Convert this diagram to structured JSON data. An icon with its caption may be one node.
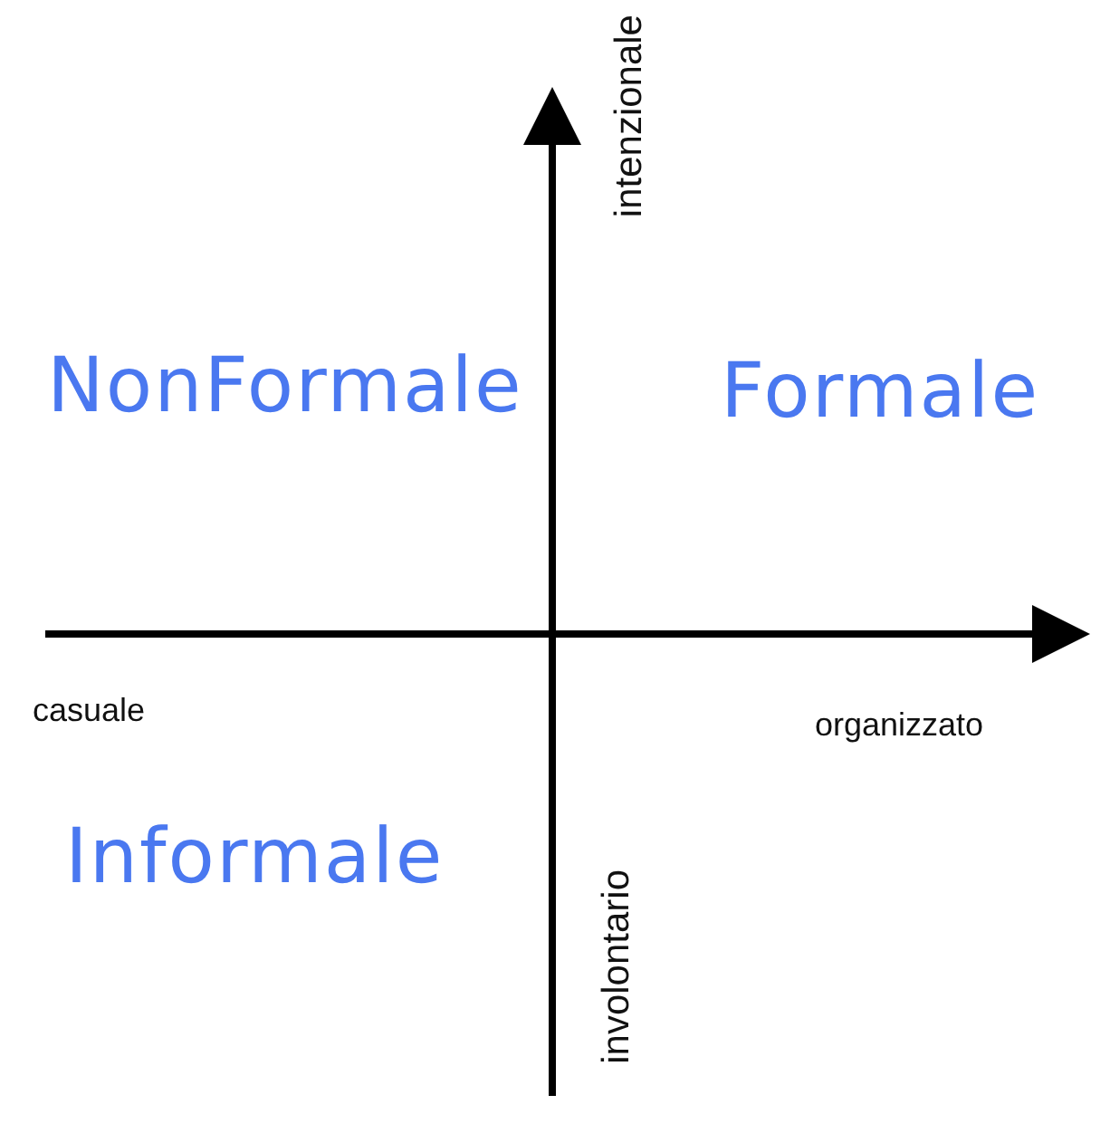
{
  "diagram": {
    "labels": [
      "intenzionale",
      "NonFormale",
      "Formale",
      "casuale",
      "organizzato",
      "Informale",
      "involontario"
    ]
  }
}
